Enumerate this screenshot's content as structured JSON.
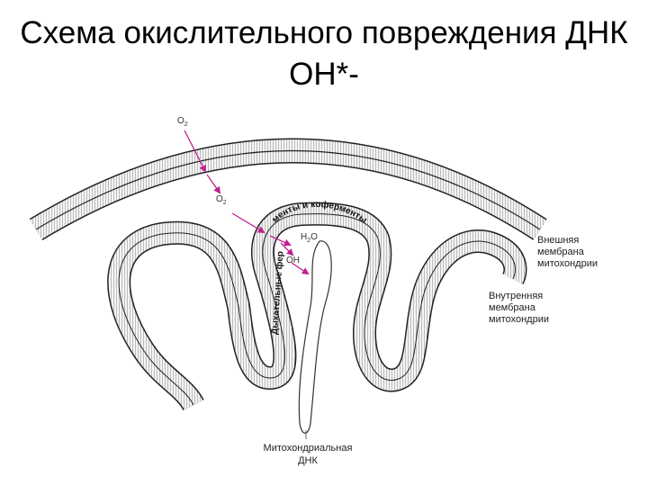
{
  "title": {
    "line1": "Схема окислительного повреждения ДНК",
    "line2": "OH*-"
  },
  "diagram": {
    "o2_outer": "O",
    "o2_outer_sub": "2",
    "o2_inner": "O",
    "o2_inner_sub": "2",
    "h2o": "H",
    "h2o_sub": "2",
    "h2o_tail": "O",
    "oh": "OH",
    "enzymes_part1": "Дыхательные фер",
    "enzymes_part2": "менты и коферменты",
    "outer_membrane": [
      "Внешняя",
      "мембрана",
      "митохондрии"
    ],
    "inner_membrane": [
      "Внутренняя",
      "мембрана",
      "митохондрии"
    ],
    "mt_dna": [
      "Митохондриальная",
      "ДНК"
    ],
    "colors": {
      "arrow": "#c0218f",
      "membrane_fill": "#d9d9d9",
      "membrane_stroke": "#222222"
    }
  }
}
